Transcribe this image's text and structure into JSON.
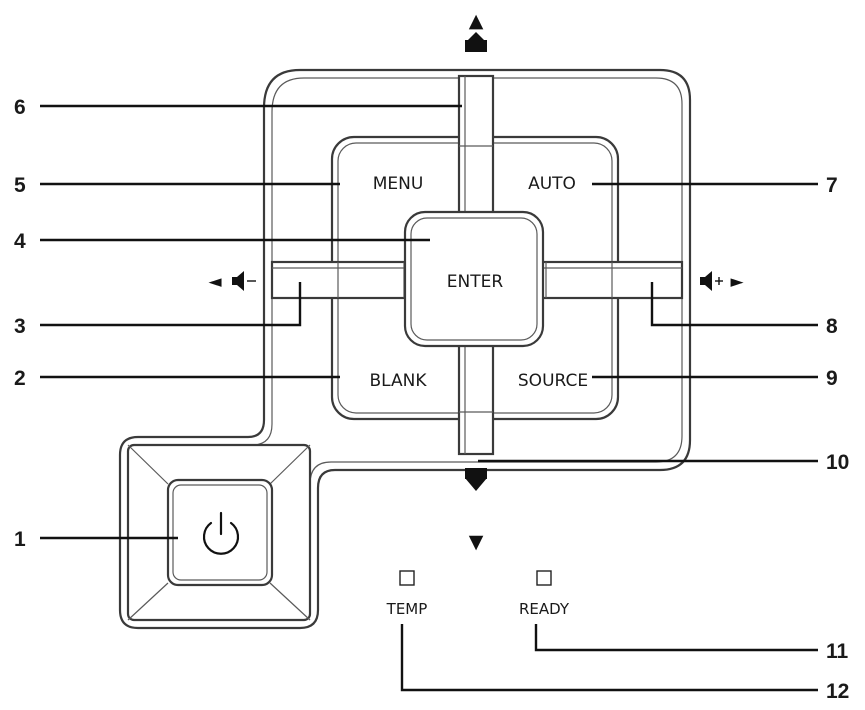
{
  "buttons": {
    "menu": "MENU",
    "auto": "AUTO",
    "enter": "ENTER",
    "blank": "BLANK",
    "source": "SOURCE"
  },
  "leds": {
    "temp": "TEMP",
    "ready": "READY"
  },
  "arrows": {
    "up": "▲",
    "down": "▼",
    "left": "◄",
    "right": "►"
  },
  "volume": {
    "down_symbol": "🔈–",
    "up_symbol": "🔈+"
  },
  "callouts": [
    "1",
    "2",
    "3",
    "4",
    "5",
    "6",
    "7",
    "8",
    "9",
    "10",
    "11",
    "12"
  ]
}
